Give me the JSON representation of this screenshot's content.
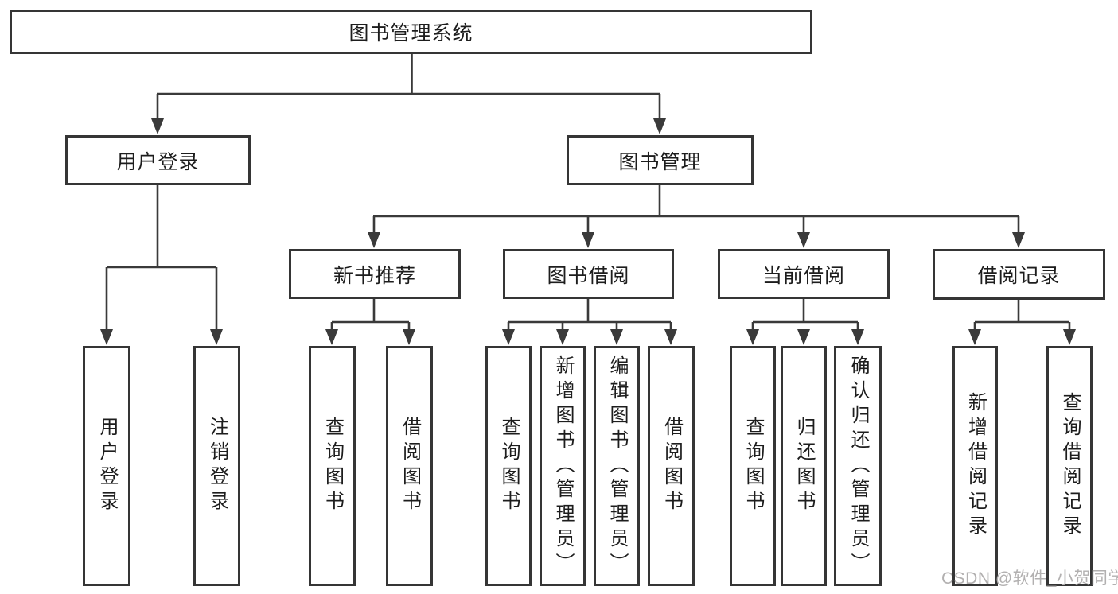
{
  "diagram": {
    "root": {
      "label": "图书管理系统"
    },
    "level2": [
      {
        "label": "用户登录"
      },
      {
        "label": "图书管理"
      }
    ],
    "level3": [
      {
        "label": "新书推荐"
      },
      {
        "label": "图书借阅"
      },
      {
        "label": "当前借阅"
      },
      {
        "label": "借阅记录"
      }
    ],
    "leaves": [
      {
        "label": "用户登录"
      },
      {
        "label": "注销登录"
      },
      {
        "label": "查询图书"
      },
      {
        "label": "借阅图书"
      },
      {
        "label": "查询图书"
      },
      {
        "label": "新增图书（管理员）"
      },
      {
        "label": "编辑图书（管理员）"
      },
      {
        "label": "借阅图书"
      },
      {
        "label": "查询图书"
      },
      {
        "label": "归还图书"
      },
      {
        "label": "确认归还（管理员）"
      },
      {
        "label": "新增借阅记录"
      },
      {
        "label": "查询借阅记录"
      }
    ],
    "colors": {
      "line": "#3a3a3a",
      "border": "#353535",
      "text": "#1d1d1d",
      "watermark": "#b2b0b0",
      "background": "#ffffff"
    }
  },
  "watermark": {
    "text": "CSDN @软件_小贺同学"
  }
}
